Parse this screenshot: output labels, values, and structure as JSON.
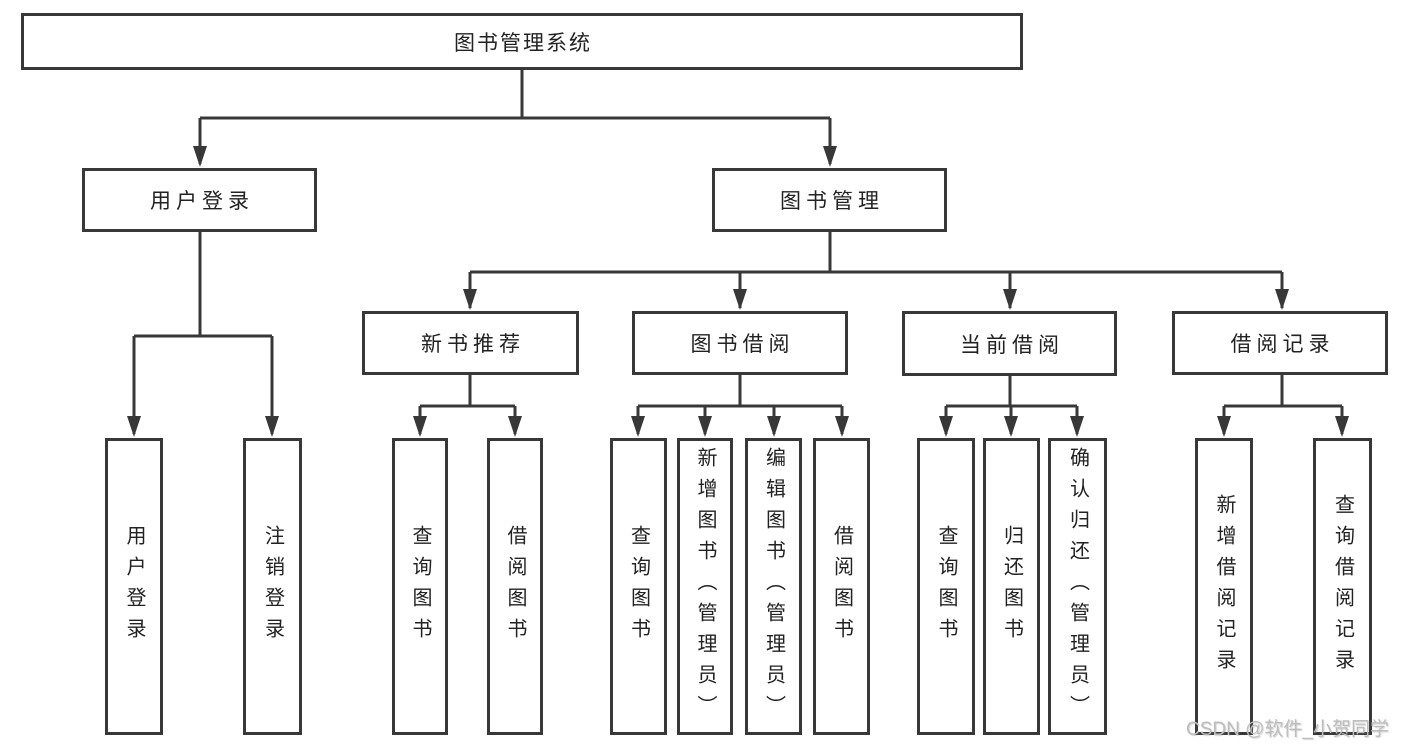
{
  "diagram": {
    "root": {
      "label": "图书管理系统"
    },
    "branches": [
      {
        "label": "用户登录",
        "children": [
          {
            "label": "用户登录"
          },
          {
            "label": "注销登录"
          }
        ]
      },
      {
        "label": "图书管理",
        "children": [
          {
            "label": "新书推荐",
            "children": [
              {
                "label": "查询图书"
              },
              {
                "label": "借阅图书"
              }
            ]
          },
          {
            "label": "图书借阅",
            "children": [
              {
                "label": "查询图书"
              },
              {
                "label": "新增图书（管理员）"
              },
              {
                "label": "编辑图书（管理员）"
              },
              {
                "label": "借阅图书"
              }
            ]
          },
          {
            "label": "当前借阅",
            "children": [
              {
                "label": "查询图书"
              },
              {
                "label": "归还图书"
              },
              {
                "label": "确认归还（管理员）"
              }
            ]
          },
          {
            "label": "借阅记录",
            "children": [
              {
                "label": "新增借阅记录"
              },
              {
                "label": "查询借阅记录"
              }
            ]
          }
        ]
      }
    ]
  },
  "watermark": {
    "text": "CSDN @软件_小贺同学",
    "color": "#bdbdbd"
  },
  "colors": {
    "line": "#383838",
    "box_border": "#383838",
    "text": "#222222",
    "background": "#ffffff"
  }
}
